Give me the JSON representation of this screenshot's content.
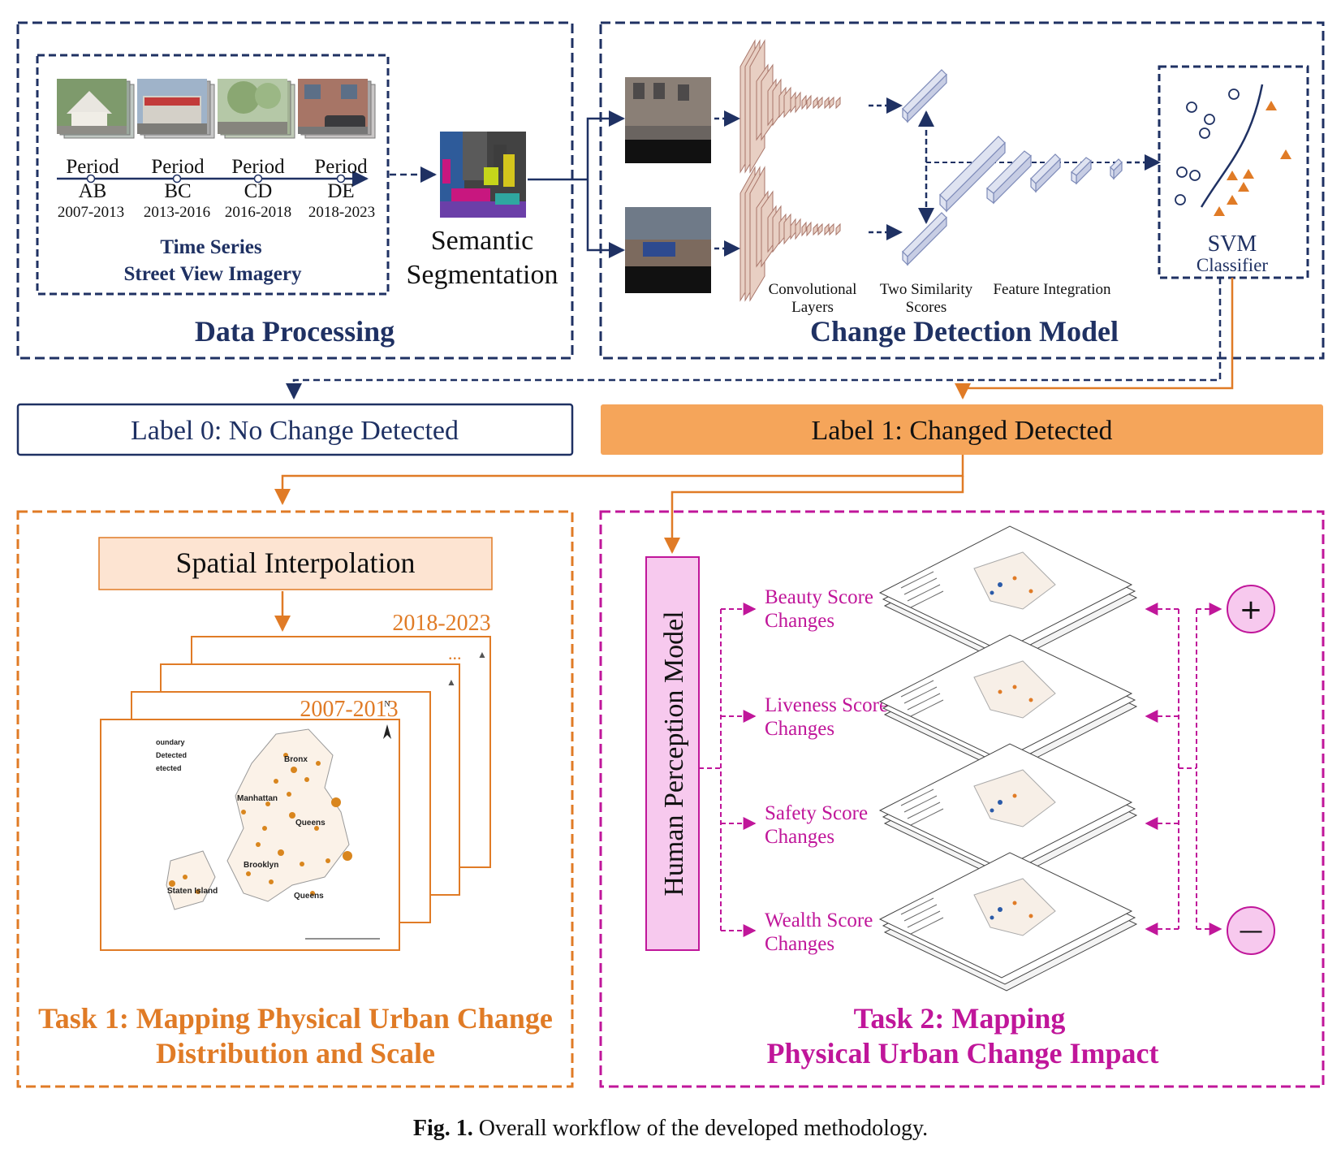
{
  "data_processing": {
    "periods": [
      {
        "label": "Period",
        "code": "AB",
        "years": "2007-2013"
      },
      {
        "label": "Period",
        "code": "BC",
        "years": "2013-2016"
      },
      {
        "label": "Period",
        "code": "CD",
        "years": "2016-2018"
      },
      {
        "label": "Period",
        "code": "DE",
        "years": "2018-2023"
      }
    ],
    "timeseries_title_1": "Time Series",
    "timeseries_title_2": "Street View Imagery",
    "segmentation_1": "Semantic",
    "segmentation_2": "Segmentation",
    "title": "Data Processing"
  },
  "change_detection": {
    "conv_label_1": "Convolutional",
    "conv_label_2": "Layers",
    "sim_label_1": "Two Similarity",
    "sim_label_2": "Scores",
    "feature_label": "Feature Integration",
    "svm_1": "SVM",
    "svm_2": "Classifier",
    "title": "Change Detection Model"
  },
  "labels": {
    "label0": "Label 0: No Change Detected",
    "label1": "Label 1: Changed Detected"
  },
  "task1": {
    "spatial": "Spatial Interpolation",
    "map_year_back": "2018-2023",
    "map_dots": "...",
    "map_year_front": "2007-2013",
    "legend_1": "oundary",
    "legend_2": "Detected",
    "legend_3": "etected",
    "place_bronx": "Bronx",
    "place_manhattan": "Manhattan",
    "place_queens": "Queens",
    "place_brooklyn": "Brooklyn",
    "place_staten": "Staten Island",
    "place_queens2": "Queens",
    "north": "N",
    "title_1": "Task 1: Mapping Physical Urban Change",
    "title_2": "Distribution and Scale"
  },
  "task2": {
    "hpm": "Human Perception Model",
    "scores": [
      {
        "l1": "Beauty Score",
        "l2": "Changes"
      },
      {
        "l1": "Liveness Score",
        "l2": "Changes"
      },
      {
        "l1": "Safety Score",
        "l2": "Changes"
      },
      {
        "l1": "Wealth Score",
        "l2": "Changes"
      }
    ],
    "plus": "+",
    "minus": "—",
    "title_1": "Task 2: Mapping",
    "title_2": "Physical Urban Change Impact"
  },
  "caption": {
    "fig": "Fig. 1.",
    "text": "Overall workflow of the developed methodology."
  },
  "colors": {
    "navy": "#1f3163",
    "orange": "#e07b26",
    "orange_fill": "#f5a55a",
    "magenta": "#c0169a",
    "pink_fill": "#f7c9ee"
  }
}
